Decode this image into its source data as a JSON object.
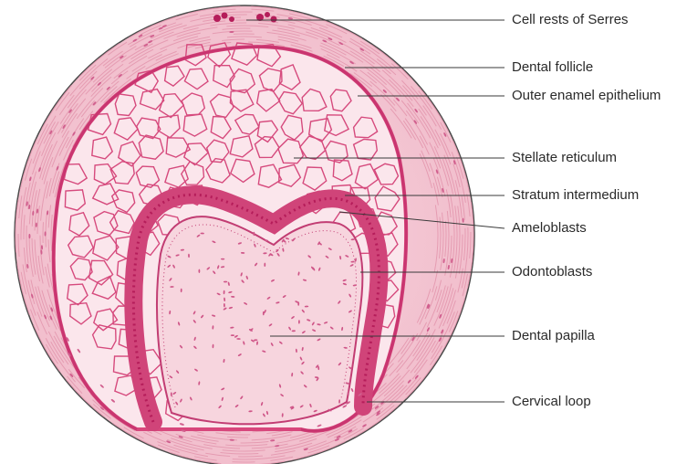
{
  "figure": {
    "tissue_colors": {
      "background_pink": "#f4c9d3",
      "light_pink": "#fae3ea",
      "membrane_magenta": "#d9457a",
      "dark_nuclei": "#b51d5a",
      "papilla_pink": "#f6d0da"
    },
    "labels": [
      {
        "text": "Cell rests of Serres"
      },
      {
        "text": "Dental follicle"
      },
      {
        "text": "Outer enamel epithelium"
      },
      {
        "text": "Stellate reticulum"
      },
      {
        "text": "Stratum intermedium"
      },
      {
        "text": "Ameloblasts"
      },
      {
        "text": "Odontoblasts"
      },
      {
        "text": "Dental papilla"
      },
      {
        "text": "Cervical loop"
      }
    ]
  }
}
